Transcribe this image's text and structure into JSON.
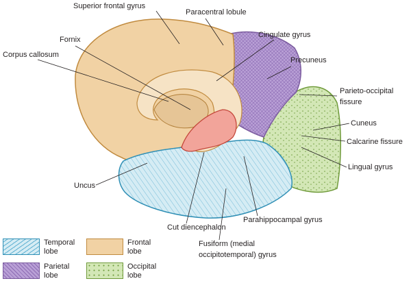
{
  "labels": {
    "superior_frontal_gyrus": "Superior frontal gyrus",
    "paracentral_lobule": "Paracentral lobule",
    "cingulate_gyrus": "Cingulate gyrus",
    "fornix": "Fornix",
    "precuneus": "Precuneus",
    "corpus_callosum": "Corpus callosum",
    "parieto_occipital_fissure_1": "Parieto-occipital",
    "parieto_occipital_fissure_2": "fissure",
    "cuneus": "Cuneus",
    "calcarine_fissure": "Calcarine fissure",
    "lingual_gyrus": "Lingual gyrus",
    "uncus": "Uncus",
    "parahippocampal_gyrus": "Parahippocampal gyrus",
    "cut_diencephalon": "Cut diencephalon",
    "fusiform_1": "Fusiform (medial",
    "fusiform_2": "occipitotemporal) gyrus"
  },
  "legend": [
    {
      "line1": "Temporal",
      "line2": "lobe",
      "color": "#c6e4ef",
      "stroke": "#2f8fb5"
    },
    {
      "line1": "Frontal",
      "line2": "lobe",
      "color": "#f1d2a4",
      "stroke": "#c08a3e"
    },
    {
      "line1": "Parietal",
      "line2": "lobe",
      "color": "#b49ad0",
      "stroke": "#7a5a9e"
    },
    {
      "line1": "Occipital",
      "line2": "lobe",
      "color": "#cfe3b0",
      "stroke": "#6f9a3a"
    }
  ],
  "colors": {
    "frontal": "#f1d2a4",
    "parietal": "#b49ad0",
    "occipital": "#cfe3b0",
    "temporal": "#c6e4ef",
    "diencephalon": "#f2a49a",
    "corpus_callosum": "#f6e3c5"
  }
}
